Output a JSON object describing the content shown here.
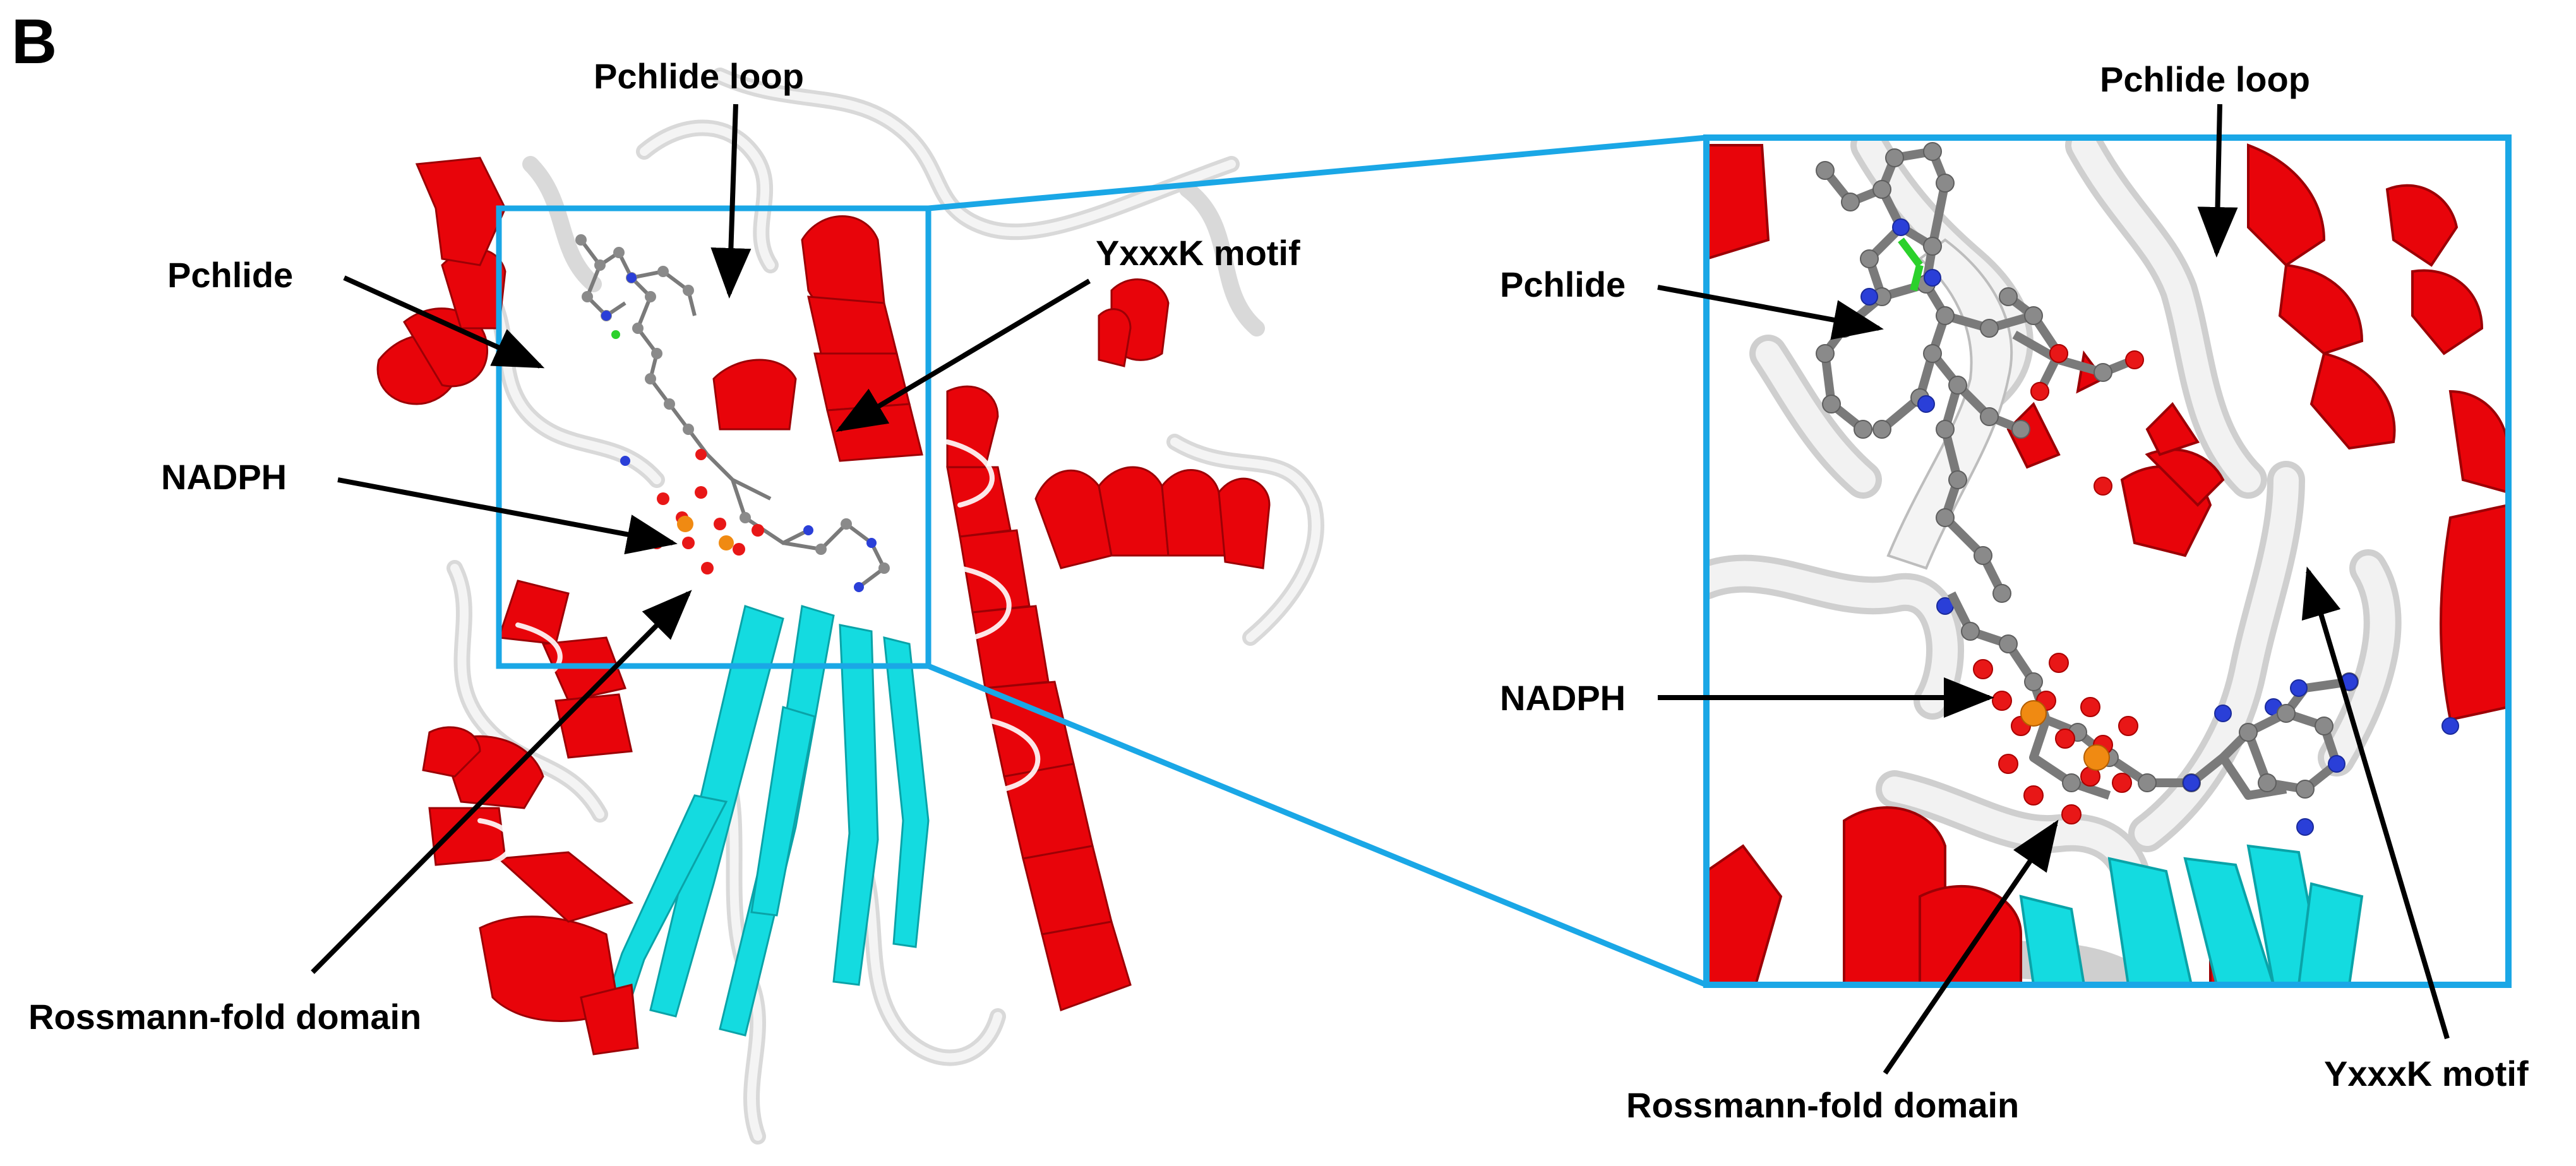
{
  "panel_letter": "B",
  "colors": {
    "helix": "#e8040a",
    "strand": "#14dbe0",
    "coil": "#eeeeee",
    "zoom_box": "#1aa7e6",
    "carbon": "#8a8a8a",
    "nitrogen": "#2a3fd8",
    "oxygen": "#e81717",
    "phosphorus": "#f08a12",
    "magnesium": "#2bd12b"
  },
  "overview": {
    "labels": {
      "pchlide_loop": "Pchlide loop",
      "pchlide": "Pchlide",
      "yxxxk_motif": "YxxxK motif",
      "nadph": "NADPH",
      "rossmann": "Rossmann-fold domain"
    }
  },
  "zoom": {
    "labels": {
      "pchlide_loop": "Pchlide loop",
      "pchlide": "Pchlide",
      "nadph": "NADPH",
      "rossmann": "Rossmann-fold domain",
      "yxxxk_motif": "YxxxK motif"
    }
  }
}
